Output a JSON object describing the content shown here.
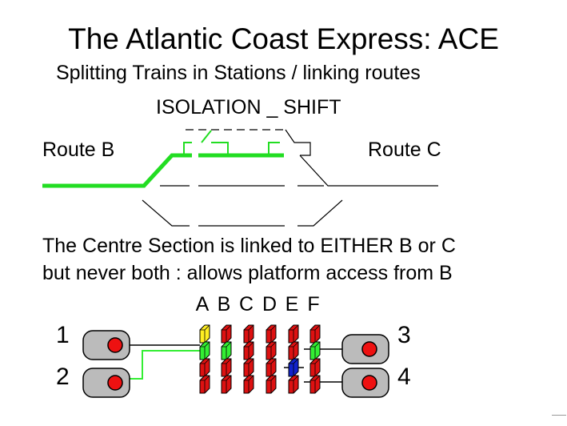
{
  "title": "The Atlantic Coast Express: ACE",
  "subtitle": "Splitting Trains in Stations / linking routes",
  "isolation_label": "ISOLATION _ SHIFT",
  "route_b": "Route B",
  "route_c": "Route C",
  "description": [
    "The Centre Section is linked to EITHER B or C",
    "but never both : allows platform access from B"
  ],
  "columns": [
    "A",
    "B",
    "C",
    "D",
    "E",
    "F"
  ],
  "ports_left": [
    "1",
    "2"
  ],
  "ports_right": [
    "3",
    "4"
  ],
  "colors": {
    "active_track": "#22dd22",
    "block_red": "#dd1111",
    "block_green": "#33ee33",
    "block_yellow": "#ffee22",
    "block_blue": "#1122cc",
    "port_gray": "#bbbbbb"
  }
}
